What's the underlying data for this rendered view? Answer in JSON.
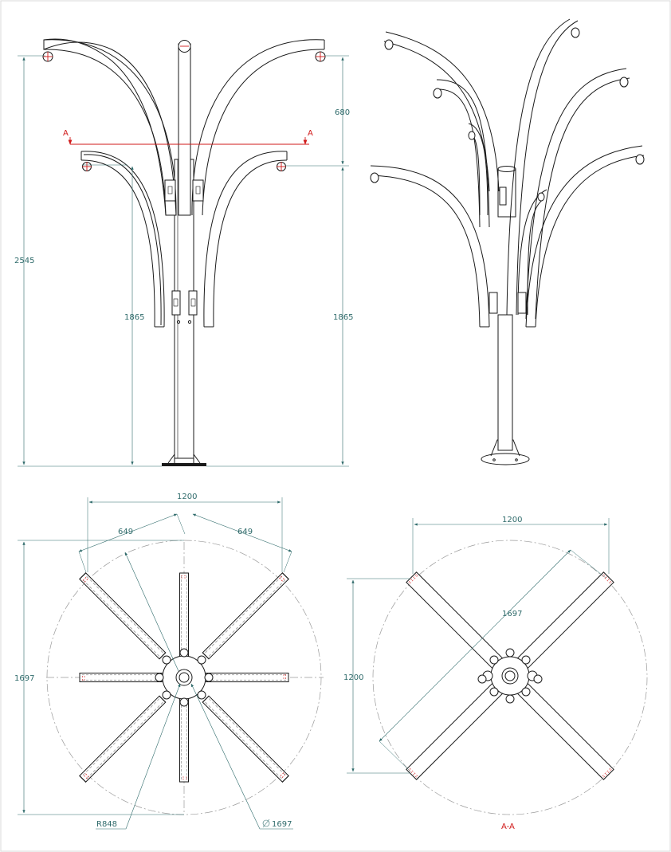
{
  "drawing": {
    "front_view": {
      "dims": {
        "overall_height": "2545",
        "upper_height": "680",
        "lower_height_left": "1865",
        "lower_height_right": "1865"
      },
      "section_marker": {
        "left_label": "A",
        "right_label": "A"
      }
    },
    "top_view_8_arm": {
      "dims": {
        "width": "1200",
        "arm_left": "649",
        "arm_right": "649",
        "height": "1697",
        "radius": "R848",
        "diameter": "1697"
      }
    },
    "section_view_4_arm": {
      "dims": {
        "width": "1200",
        "height": "1200",
        "diagonal": "1697"
      },
      "title": "A-A"
    },
    "colors": {
      "outline": "#1a1a1a",
      "dimension": "#2f6b6b",
      "section": "#d01a1a",
      "centerline": "#9a9a9a"
    }
  }
}
